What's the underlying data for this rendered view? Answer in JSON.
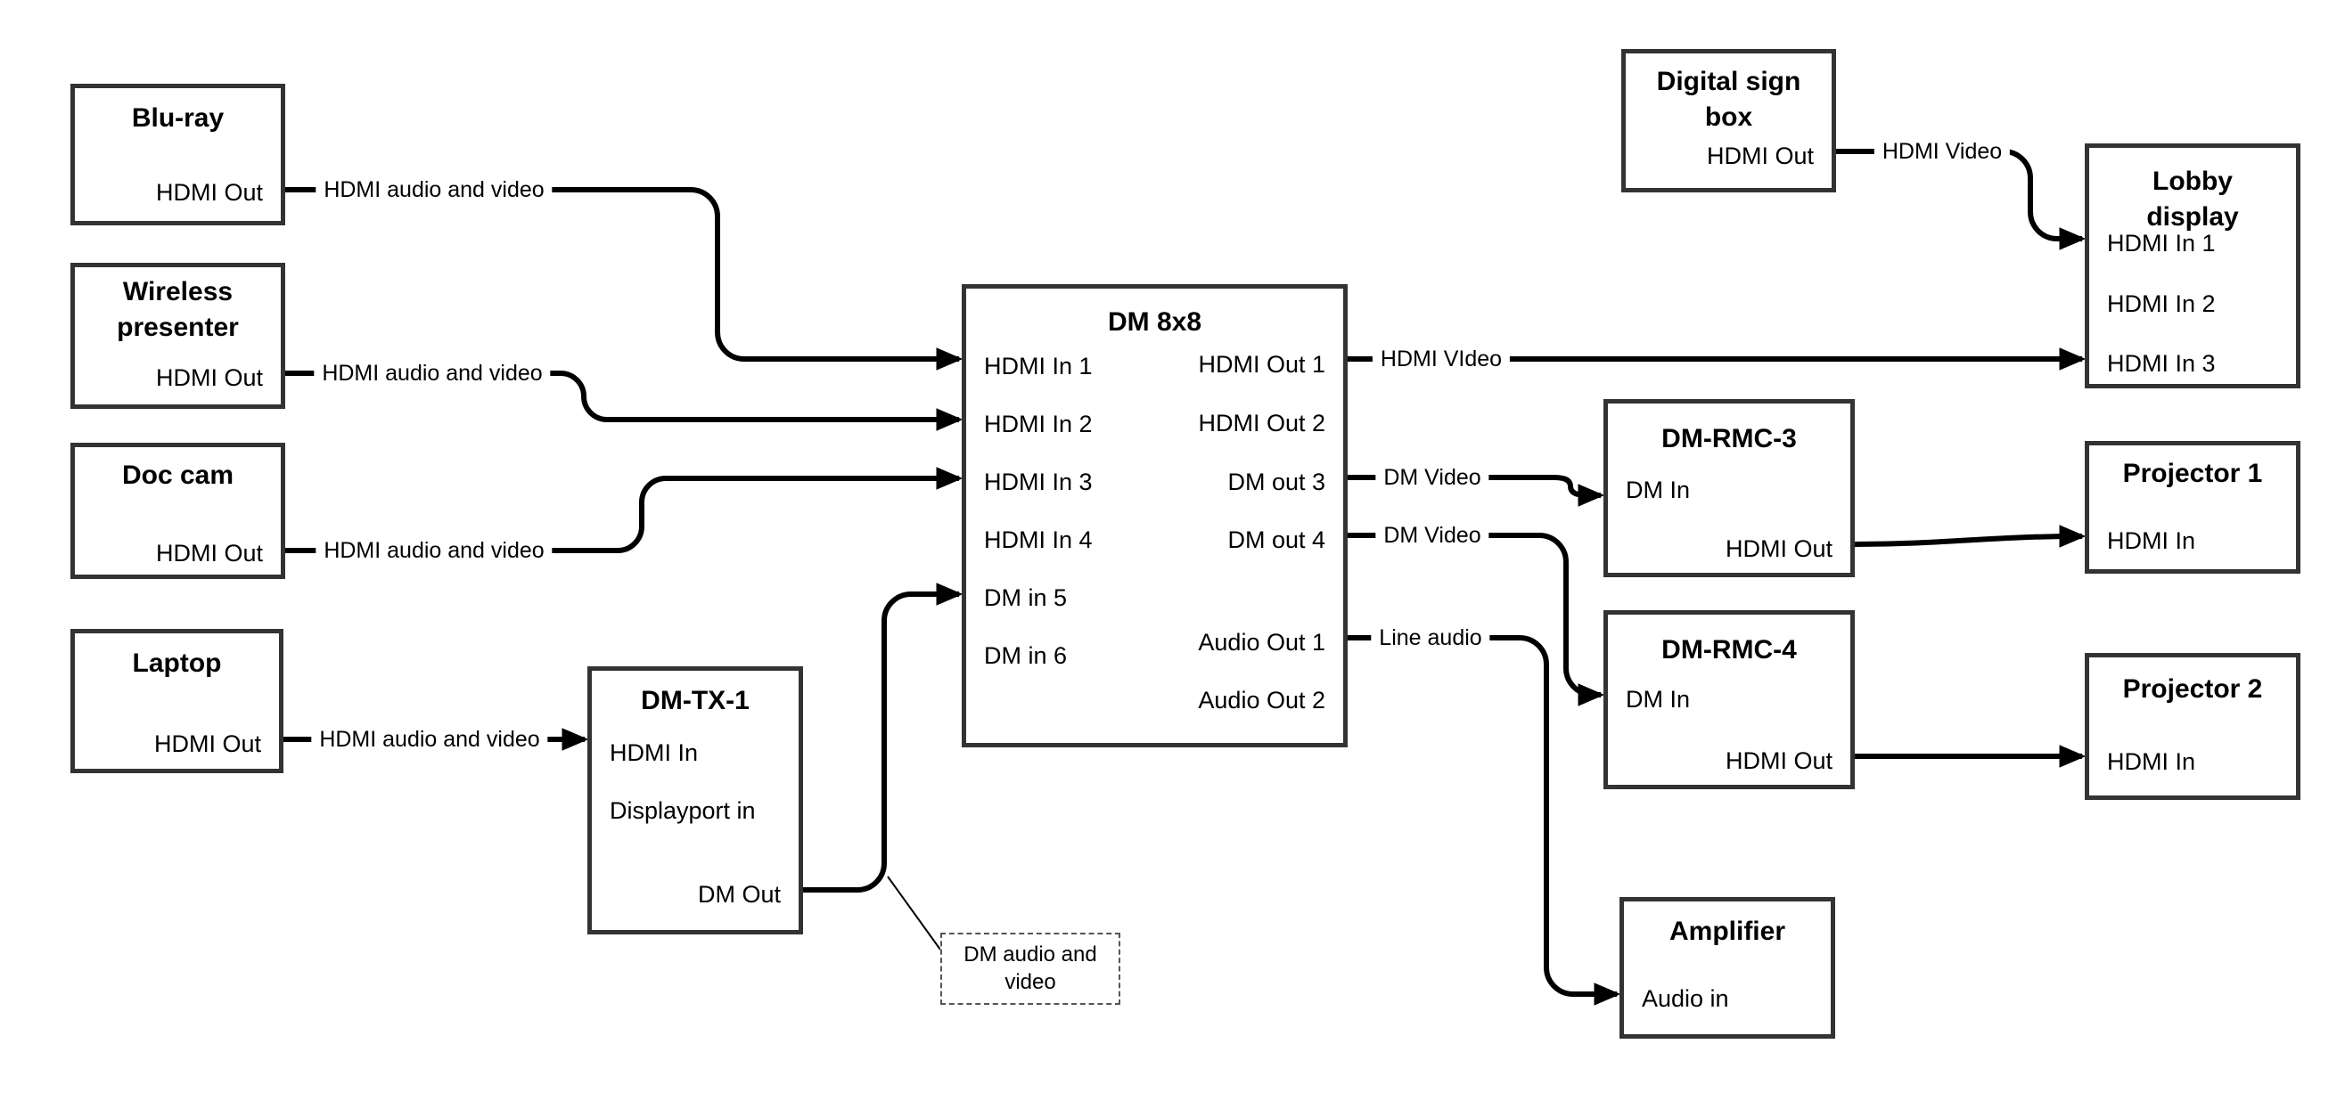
{
  "colors": {
    "background": "#ffffff",
    "box_border": "#333333",
    "wire": "#000000",
    "text": "#000000"
  },
  "nodes": {
    "bluray": {
      "title": "Blu-ray",
      "port_hdmi_out": "HDMI Out"
    },
    "wireless_presenter": {
      "title": "Wireless presenter",
      "port_hdmi_out": "HDMI Out"
    },
    "doc_cam": {
      "title": "Doc cam",
      "port_hdmi_out": "HDMI Out"
    },
    "laptop": {
      "title": "Laptop",
      "port_hdmi_out": "HDMI Out"
    },
    "dm_tx_1": {
      "title": "DM-TX-1",
      "port_hdmi_in": "HDMI In",
      "port_displayport_in": "Displayport in",
      "port_dm_out": "DM Out"
    },
    "dm_8x8": {
      "title": "DM 8x8",
      "port_hdmi_in_1": "HDMI In 1",
      "port_hdmi_in_2": "HDMI In 2",
      "port_hdmi_in_3": "HDMI In 3",
      "port_hdmi_in_4": "HDMI In 4",
      "port_dm_in_5": "DM in 5",
      "port_dm_in_6": "DM in 6",
      "port_hdmi_out_1": "HDMI Out 1",
      "port_hdmi_out_2": "HDMI Out 2",
      "port_dm_out_3": "DM out 3",
      "port_dm_out_4": "DM out 4",
      "port_audio_out_1": "Audio Out 1",
      "port_audio_out_2": "Audio Out 2"
    },
    "digital_sign_box": {
      "title": "Digital sign box",
      "port_hdmi_out": "HDMI Out"
    },
    "lobby_display": {
      "title": "Lobby display",
      "port_hdmi_in_1": "HDMI In 1",
      "port_hdmi_in_2": "HDMI In 2",
      "port_hdmi_in_3": "HDMI In 3"
    },
    "dm_rmc_3": {
      "title": "DM-RMC-3",
      "port_dm_in": "DM In",
      "port_hdmi_out": "HDMI Out"
    },
    "projector_1": {
      "title": "Projector 1",
      "port_hdmi_in": "HDMI In"
    },
    "dm_rmc_4": {
      "title": "DM-RMC-4",
      "port_dm_in": "DM In",
      "port_hdmi_out": "HDMI Out"
    },
    "projector_2": {
      "title": "Projector 2",
      "port_hdmi_in": "HDMI In"
    },
    "amplifier": {
      "title": "Amplifier",
      "port_audio_in": "Audio in"
    }
  },
  "wire_labels": {
    "bluray_to_dm8x8": "HDMI audio and video",
    "wireless_to_dm8x8": "HDMI audio and video",
    "doccam_to_dm8x8": "HDMI audio and video",
    "laptop_to_dmtx1": "HDMI audio and video",
    "hdmi_out_1_to_lobby": "HDMI VIdeo",
    "dm_out_3_to_rmc3": "DM Video",
    "dm_out_4_to_rmc4": "DM Video",
    "audio_out_1_to_amp": "Line audio",
    "digital_sign_to_lobby": "HDMI Video"
  },
  "note": {
    "text": "DM audio and video"
  }
}
